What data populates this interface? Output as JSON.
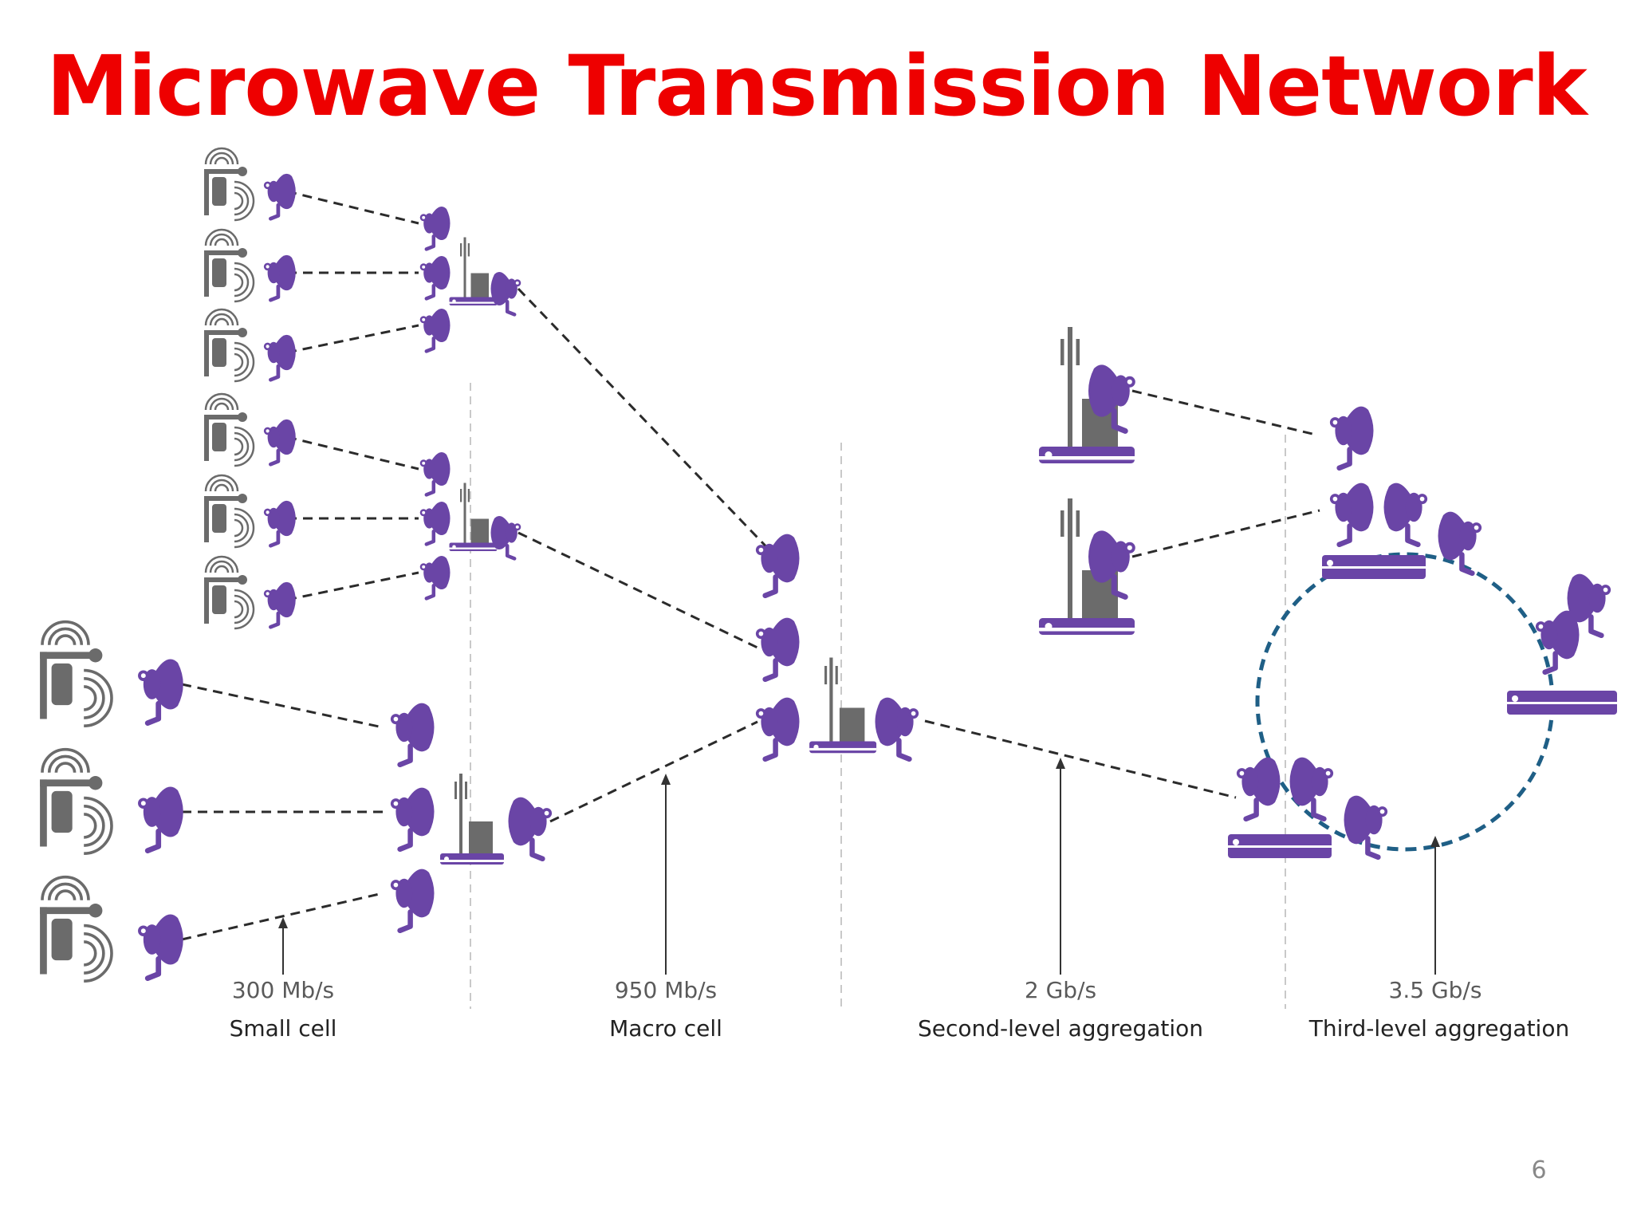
{
  "slide": {
    "title": "Microwave Transmission Network",
    "page_number": "6"
  },
  "colors": {
    "title": "#ee0000",
    "dish": "#6a45a6",
    "equipment": "#6b6b6b",
    "link": "#2b2b2b",
    "separator": "#c9c9c9",
    "ring": "#1f5f86"
  },
  "icons": {
    "small_cell": "small-cell-antenna-icon",
    "dish": "microwave-dish-icon",
    "tower": "radio-tower-icon",
    "ring": "ring-topology"
  },
  "tiers": [
    {
      "speed": "300 Mb/s",
      "name": "Small cell"
    },
    {
      "speed": "950 Mb/s",
      "name": "Macro cell"
    },
    {
      "speed": "2 Gb/s",
      "name": "Second-level aggregation"
    },
    {
      "speed": "3.5 Gb/s",
      "name": "Third-level aggregation"
    }
  ]
}
